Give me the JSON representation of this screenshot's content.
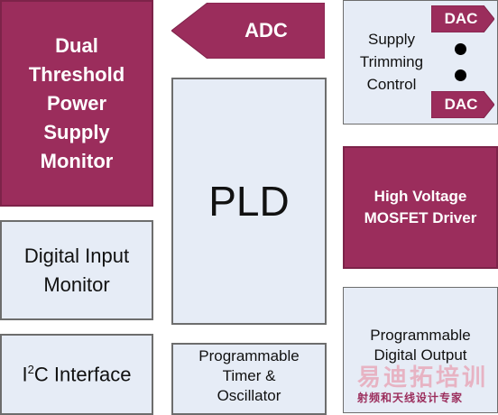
{
  "blocks": {
    "dual_threshold": "Dual\nThreshold\nPower\nSupply\nMonitor",
    "digital_input": "Digital Input\nMonitor",
    "i2c_prefix": "I",
    "i2c_sup": "2",
    "i2c_suffix": "C Interface",
    "pld": "PLD",
    "timer": "Programmable\nTimer &\nOscillator",
    "adc": "ADC",
    "supply_trimming": "Supply\nTrimming\nControl",
    "dac_top": "DAC",
    "dac_bottom": "DAC",
    "high_voltage": "High Voltage\nMOSFET Driver",
    "digital_output": "Programmable\nDigital Output"
  },
  "watermark": {
    "main": "易迪拓培训",
    "sub": "射频和天线设计专家"
  },
  "colors": {
    "maroon": "#9b2d5c",
    "light_fill": "#e6ecf6",
    "border": "#6d6d6d"
  }
}
